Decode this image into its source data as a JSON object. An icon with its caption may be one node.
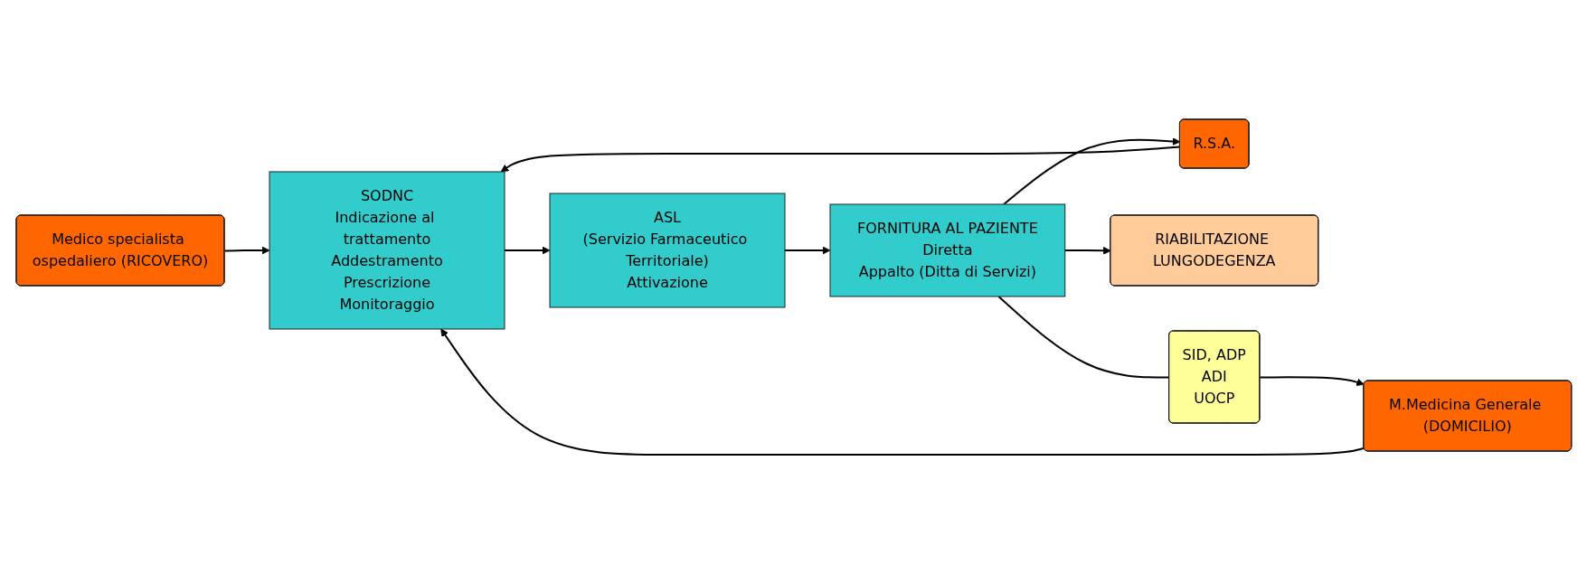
{
  "diagram": {
    "nodes": [
      {
        "text": [
          "Medico specialista ospedaliero (RICOVERO)"
        ]
      },
      {
        "text": [
          "SODNC",
          "Indicazione al trattamento",
          "Addestramento",
          "Prescrizione",
          "Monitoraggio"
        ]
      },
      {
        "text": [
          "M.Medicina Generale (DOMICILIO)"
        ]
      },
      {
        "text": [
          "R.S.A."
        ]
      },
      {
        "text": [
          "RIABILITAZIONE LUNGODEGENZA"
        ]
      },
      {
        "text": [
          "ASL",
          "(Servizio Farmaceutico Territoriale)",
          "Attivazione"
        ]
      },
      {
        "text": [
          "SID, ADP",
          "ADI",
          "UOCP"
        ]
      },
      {
        "text": [
          "FORNITURA AL PAZIENTE",
          "Diretta",
          "Appalto (Ditta di Servizi)"
        ]
      }
    ],
    "edges": [
      {
        "from": 0,
        "to": 1,
        "arrow": "to"
      },
      {
        "from": 2,
        "to": 1,
        "arrow": "to"
      },
      {
        "from": 3,
        "to": 1,
        "arrow": "to"
      },
      {
        "from": 1,
        "to": 5,
        "arrow": "to"
      },
      {
        "from": 5,
        "to": 7,
        "arrow": "to"
      },
      {
        "from": 7,
        "to": 4,
        "arrow": "to"
      },
      {
        "from": 7,
        "to": 6,
        "arrow": "none"
      },
      {
        "from": 6,
        "to": 2,
        "arrow": "to"
      },
      {
        "from": 7,
        "to": 3,
        "arrow": "to"
      }
    ]
  }
}
